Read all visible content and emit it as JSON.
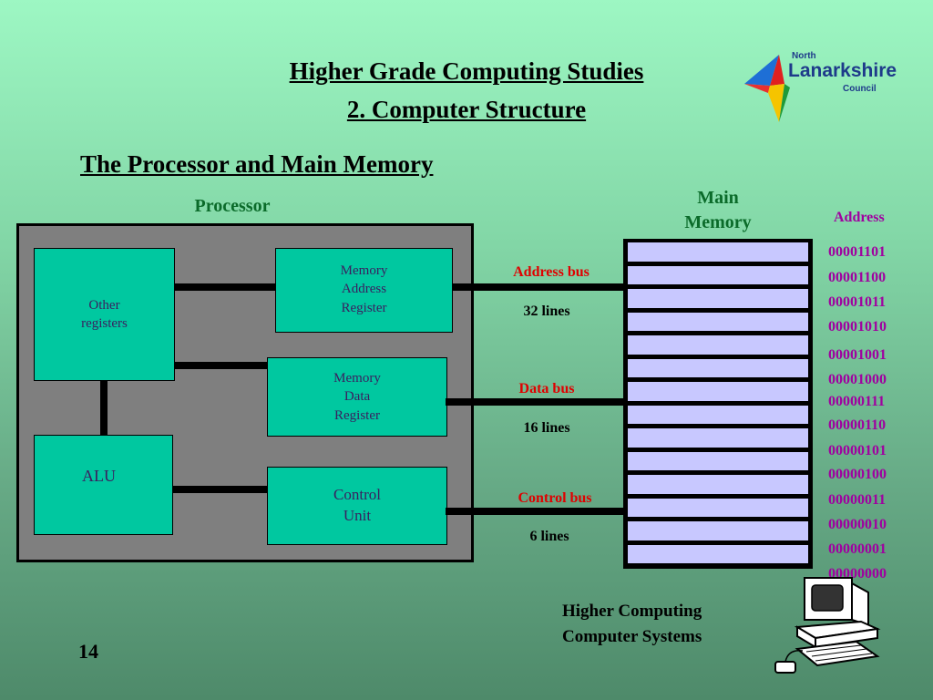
{
  "header": {
    "title_line1": "Higher Grade Computing Studies",
    "title_line2": "2. Computer Structure",
    "subtitle": "The Processor and Main Memory"
  },
  "logo": {
    "line1": "North",
    "line2": "Lanarkshire",
    "line3": "Council"
  },
  "processor": {
    "label": "Processor",
    "other_registers": "Other\nregisters",
    "mar": "Memory\nAddress\nRegister",
    "mdr": "Memory\nData\nRegister",
    "alu": "ALU",
    "control_unit": "Control\nUnit"
  },
  "buses": {
    "address_label": "Address bus",
    "address_lines": "32 lines",
    "data_label": "Data bus",
    "data_lines": "16 lines",
    "control_label": "Control bus",
    "control_lines": "6 lines"
  },
  "memory": {
    "label_line1": "Main",
    "label_line2": "Memory",
    "address_header": "Address",
    "addresses": [
      "00001101",
      "00001100",
      "00001011",
      "00001010",
      "00001001",
      "00001000",
      "00000111",
      "00000110",
      "00000101",
      "00000100",
      "00000011",
      "00000010",
      "00000001",
      "00000000"
    ]
  },
  "footer": {
    "caption_line1": "Higher Computing",
    "caption_line2": "Computer Systems",
    "page_number": "14"
  },
  "colors": {
    "box": "#00c8a0",
    "memory_cell": "#c8c8ff",
    "address_text": "#a000a0",
    "bus_label": "#e00000",
    "processor_label": "#0b6b2a"
  }
}
